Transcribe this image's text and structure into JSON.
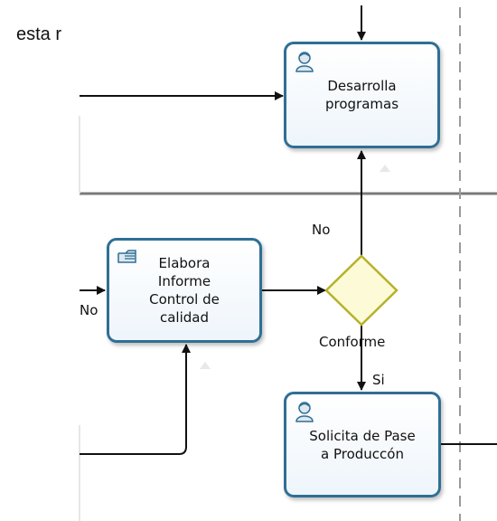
{
  "header_fragment": "esta r",
  "tasks": {
    "desarrolla": {
      "label": "Desarrolla\nprogramas",
      "icon": "user-task-icon"
    },
    "elabora": {
      "label": "Elabora\nInforme\nControl de\ncalidad",
      "icon": "manual-task-icon"
    },
    "solicita": {
      "label": "Solicita de Pase\na Produccón",
      "icon": "user-task-icon"
    }
  },
  "gateway": {
    "label": "Conforme",
    "icon": "exclusive-gateway-diamond"
  },
  "flow_labels": {
    "no_gateway": "No",
    "no_left": "No",
    "si": "Si"
  },
  "colors": {
    "task_border": "#2f6f95",
    "gateway_fill": "#fdfad8",
    "gateway_border": "#b5b22a",
    "lane_line": "#777777",
    "connector": "#111111"
  }
}
